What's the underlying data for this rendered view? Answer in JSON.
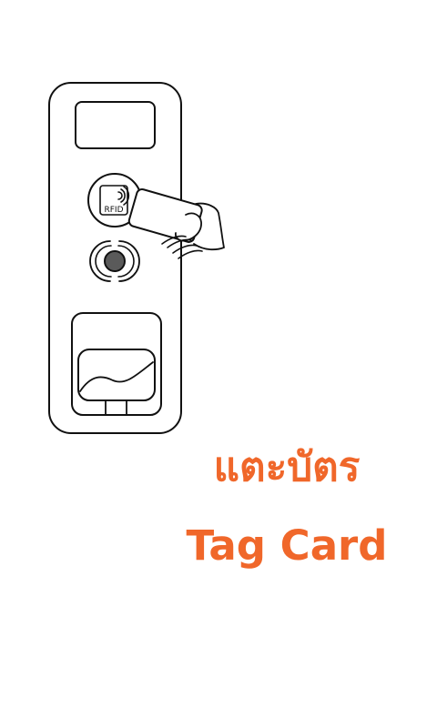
{
  "instruction": {
    "thai": "แตะบัตร",
    "english": "Tag Card"
  },
  "device": {
    "rfid_label": "RFID",
    "icons": [
      "door-station-icon",
      "rfid-reader-icon",
      "hand-holding-card-icon",
      "fingerprint-sensor-icon",
      "card-slot-icon"
    ]
  },
  "colors": {
    "accent": "#f0672a",
    "line": "#111111",
    "background": "#ffffff"
  }
}
